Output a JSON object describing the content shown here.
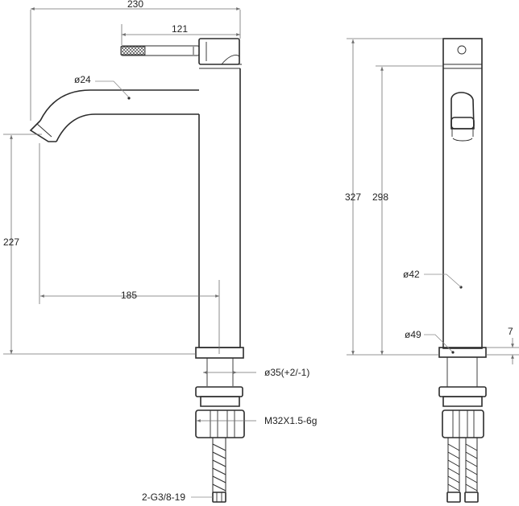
{
  "colors": {
    "outline": "#2b2b2b",
    "dimension_line": "#6f6f6f",
    "text": "#222222",
    "background": "#ffffff"
  },
  "front_view": {
    "dim_width_total": "230",
    "dim_handle": "121",
    "dim_spout_diameter": "ø24",
    "dim_spout_height": "227",
    "dim_spout_reach": "185",
    "dim_base_diameter": "ø35(+2/-1)",
    "dim_thread": "M32X1.5-6g",
    "dim_hose_connection": "2-G3/8-19"
  },
  "side_view": {
    "dim_total_height": "327",
    "dim_body_height": "298",
    "dim_body_diameter": "ø42",
    "dim_base_diameter": "ø49",
    "dim_base_height": "7"
  }
}
